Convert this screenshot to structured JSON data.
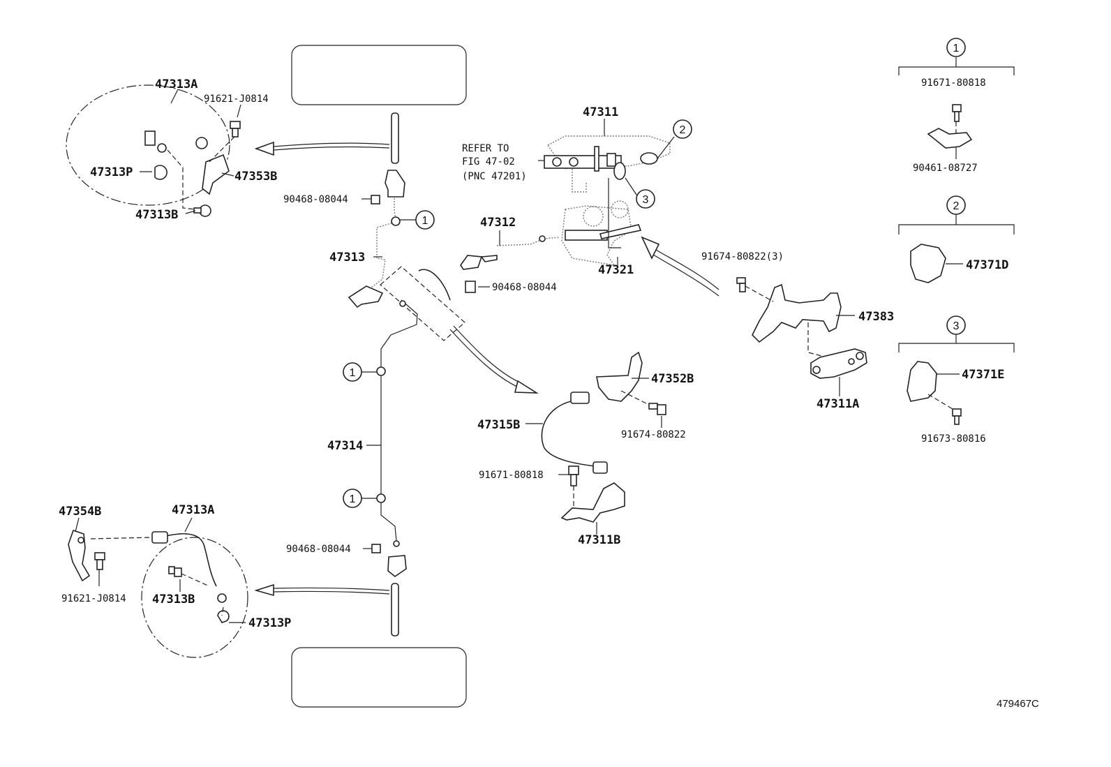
{
  "diagram": {
    "labels": {
      "hose_a_top": "47313A",
      "bolt_j0814_top": "91621-J0814",
      "clip_p_top": "47313P",
      "bracket_353b": "47353B",
      "hose_b_top": "47313B",
      "clip_top_left": "90468-08044",
      "tube_47313": "47313",
      "tube_47311": "47311",
      "refer_line1": "REFER TO",
      "refer_line2": "FIG 47-02",
      "refer_line3": "(PNC 47201)",
      "tube_47312": "47312",
      "tube_47321": "47321",
      "clip_mid": "90468-08044",
      "bolt_80822_3": "91674-80822(3)",
      "bracket_383": "47383",
      "valve_311a": "47311A",
      "bracket_352b": "47352B",
      "hose_315b": "47315B",
      "bolt_80822": "91674-80822",
      "bolt_80818_mid": "91671-80818",
      "bracket_311b": "47311B",
      "tube_47314": "47314",
      "clip_bottom_left": "90468-08044",
      "bracket_354b": "47354B",
      "hose_a_bot": "47313A",
      "bolt_j0814_bot": "91621-J0814",
      "hose_b_bot": "47313B",
      "clip_p_bot": "47313P",
      "inset1_bolt": "91671-80818",
      "inset1_clamp": "90461-08727",
      "inset2_clamp": "47371D",
      "inset3_clamp": "47371E",
      "inset3_bolt": "91673-80816",
      "figure_code": "479467C"
    },
    "callouts": {
      "one": "1",
      "two": "2",
      "three": "3"
    }
  }
}
